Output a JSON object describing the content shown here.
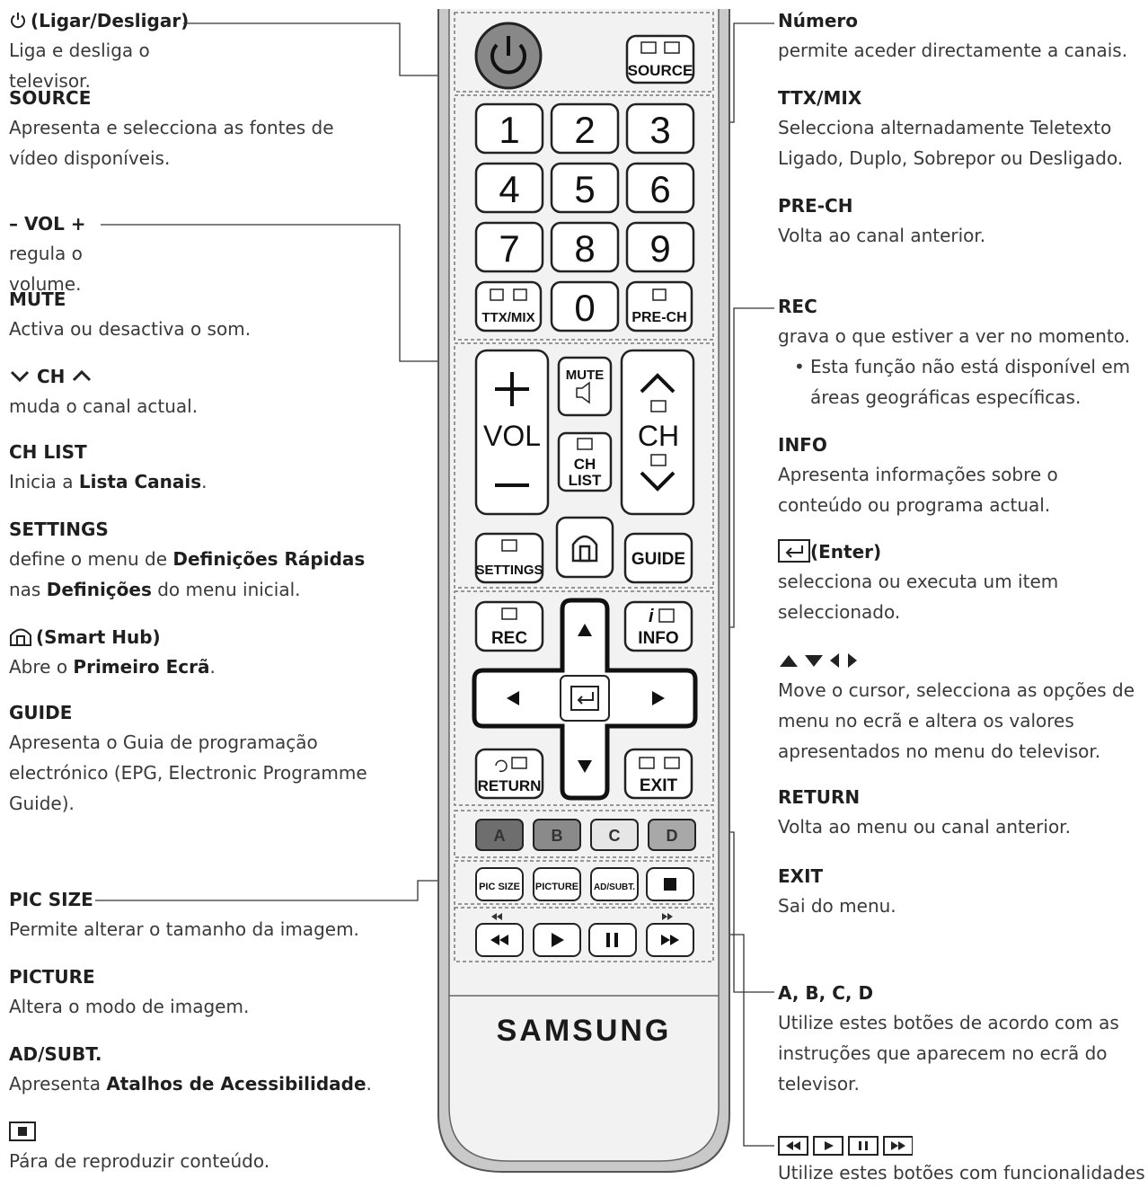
{
  "left": [
    {
      "heading": "(Ligar/Desligar)",
      "icon": "power-icon",
      "desc": "Liga e desliga o televisor."
    },
    {
      "heading": "SOURCE",
      "desc": "Apresenta e selecciona as fontes de vídeo disponíveis."
    },
    {
      "heading": "– VOL +",
      "desc": "regula o volume."
    },
    {
      "heading": "MUTE",
      "desc": "Activa ou desactiva o som."
    },
    {
      "heading": "CH",
      "icon": "chevron-updown-icon",
      "desc": "muda o canal actual."
    },
    {
      "heading": "CH LIST",
      "desc_pre": "Inicia a ",
      "desc_bold": "Lista Canais",
      "desc_post": "."
    },
    {
      "heading": "SETTINGS",
      "desc_pre": "define o menu de ",
      "desc_bold": "Definições Rápidas",
      "desc_mid": " nas ",
      "desc_bold2": "Definições",
      "desc_post": " do menu inicial."
    },
    {
      "heading": "(Smart Hub)",
      "icon": "home-icon",
      "desc_pre": "Abre o ",
      "desc_bold": "Primeiro Ecrã",
      "desc_post": "."
    },
    {
      "heading": "GUIDE",
      "desc": "Apresenta o Guia de programação electrónico (EPG, Electronic Programme Guide)."
    },
    {
      "heading": "PIC SIZE",
      "desc": "Permite alterar o tamanho da imagem."
    },
    {
      "heading": "PICTURE",
      "desc": "Altera o modo de imagem."
    },
    {
      "heading": "AD/SUBT.",
      "desc_pre": "Apresenta ",
      "desc_bold": "Atalhos de Acessibilidade",
      "desc_post": "."
    },
    {
      "heading": "",
      "icon": "stop-icon",
      "desc": "Pára de reproduzir conteúdo."
    }
  ],
  "right": [
    {
      "heading": "Número",
      "desc": "permite aceder directamente a canais."
    },
    {
      "heading": "TTX/MIX",
      "desc": "Selecciona alternadamente Teletexto Ligado, Duplo, Sobrepor ou Desligado."
    },
    {
      "heading": "PRE-CH",
      "desc": "Volta ao canal anterior."
    },
    {
      "heading": "REC",
      "desc": "grava o que estiver a ver no momento.",
      "bullet": "Esta função não está disponível em",
      "bullet2": "áreas geográficas específicas."
    },
    {
      "heading": "INFO",
      "desc": "Apresenta informações sobre o conteúdo ou programa actual."
    },
    {
      "heading": "(Enter)",
      "icon": "enter-icon",
      "desc": "selecciona ou executa um item seleccionado."
    },
    {
      "heading": "",
      "icon": "arrow-keys-icon",
      "desc": "Move o cursor, selecciona as opções de menu no ecrã e altera os valores apresentados no menu do televisor."
    },
    {
      "heading": "RETURN",
      "desc": "Volta ao menu ou canal anterior."
    },
    {
      "heading": "EXIT",
      "desc": "Sai do menu."
    },
    {
      "heading": "A, B, C, D",
      "desc": "Utilize estes botões de acordo com as instruções que aparecem no ecrã do televisor."
    },
    {
      "heading": "",
      "icon": "media-controls-icon",
      "desc": "Utilize estes botões com funcionalidades"
    }
  ],
  "remote": {
    "source": "SOURCE",
    "digits": [
      "1",
      "2",
      "3",
      "4",
      "5",
      "6",
      "7",
      "8",
      "9",
      "0"
    ],
    "ttx": "TTX/MIX",
    "prech": "PRE-CH",
    "vol": "VOL",
    "mute": "MUTE",
    "ch": "CH",
    "chlist1": "CH",
    "chlist2": "LIST",
    "settings": "SETTINGS",
    "guide": "GUIDE",
    "rec": "REC",
    "info": "INFO",
    "return": "RETURN",
    "exit": "EXIT",
    "colors": [
      "A",
      "B",
      "C",
      "D"
    ],
    "picsize": "PIC SIZE",
    "picture": "PICTURE",
    "adsubt": "AD/SUBT.",
    "brand": "SAMSUNG"
  }
}
